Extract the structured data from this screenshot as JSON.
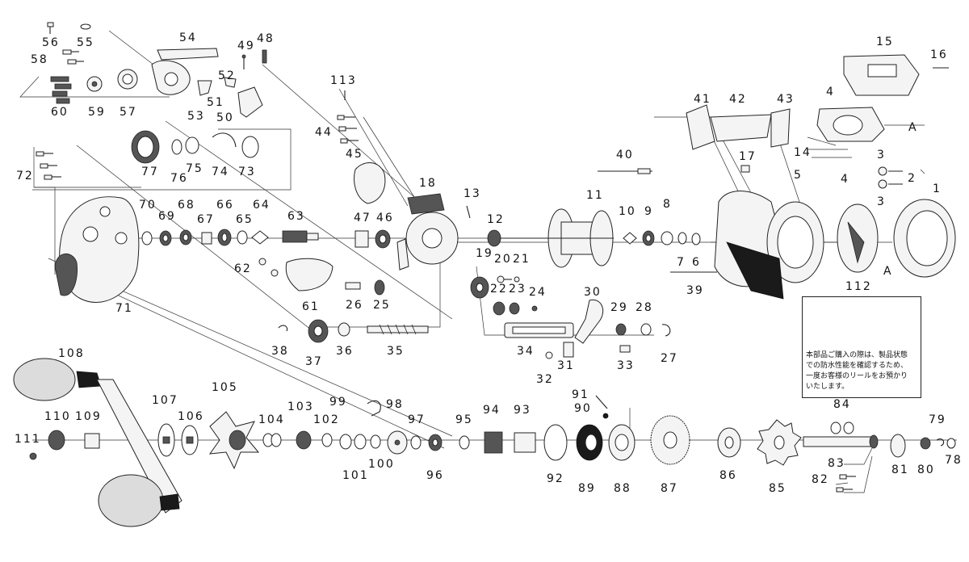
{
  "diagram": {
    "parts": [
      "1",
      "2",
      "3",
      "4",
      "5",
      "6",
      "7",
      "8",
      "9",
      "10",
      "11",
      "12",
      "13",
      "14",
      "15",
      "16",
      "17",
      "18",
      "19",
      "20",
      "21",
      "22",
      "23",
      "24",
      "25",
      "26",
      "27",
      "28",
      "29",
      "30",
      "31",
      "32",
      "33",
      "34",
      "35",
      "36",
      "37",
      "38",
      "39",
      "40",
      "41",
      "42",
      "43",
      "44",
      "45",
      "46",
      "47",
      "48",
      "49",
      "50",
      "51",
      "52",
      "53",
      "54",
      "55",
      "56",
      "57",
      "58",
      "59",
      "60",
      "61",
      "62",
      "63",
      "64",
      "65",
      "66",
      "67",
      "68",
      "69",
      "70",
      "71",
      "72",
      "73",
      "74",
      "75",
      "76",
      "77",
      "78",
      "79",
      "80",
      "81",
      "82",
      "83",
      "84",
      "85",
      "86",
      "87",
      "88",
      "89",
      "90",
      "91",
      "92",
      "93",
      "94",
      "95",
      "96",
      "97",
      "98",
      "99",
      "100",
      "101",
      "102",
      "103",
      "104",
      "105",
      "106",
      "107",
      "108",
      "109",
      "110",
      "111",
      "112",
      "113"
    ],
    "markers": {
      "a1": "A",
      "a2": "A"
    },
    "note": "本部品ご購入の際は、製品状態\nでの防水性能を確認するため、\n一度お客様のリールをお預かり\nいたします。"
  }
}
